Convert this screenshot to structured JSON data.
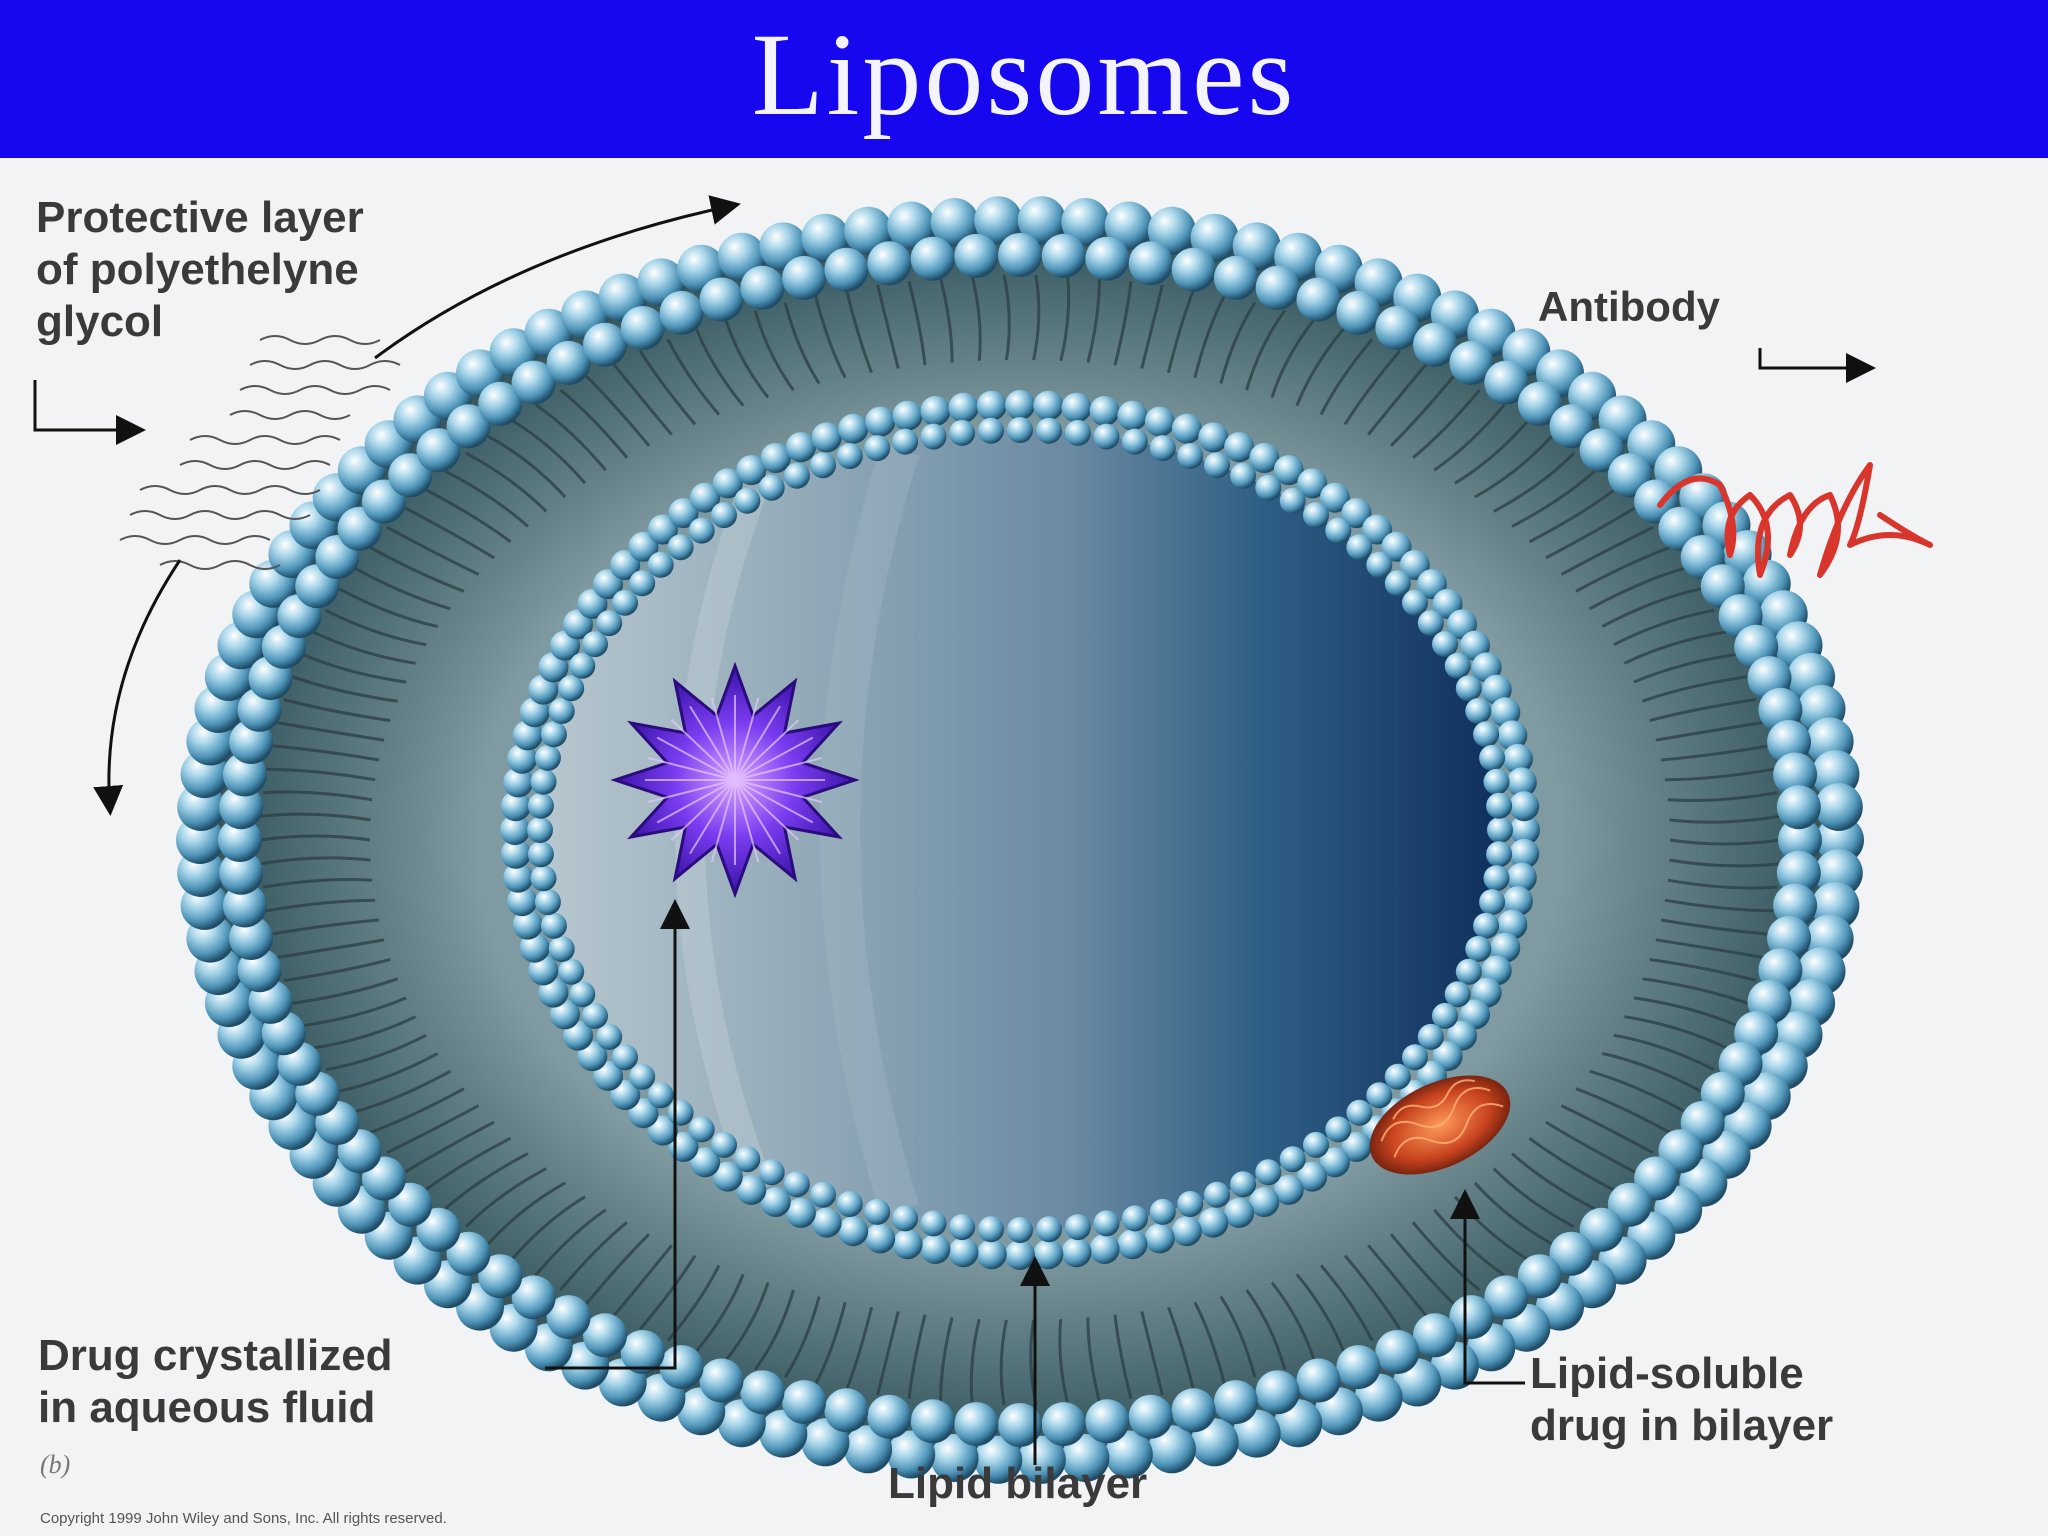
{
  "title": "Liposomes",
  "labels": {
    "peg": [
      "Protective layer",
      "of polyethelyne",
      "glycol"
    ],
    "antibody": "Antibody",
    "drug_aqueous": [
      "Drug crystallized",
      "in aqueous fluid"
    ],
    "lipid_soluble": [
      "Lipid-soluble",
      "drug in bilayer"
    ],
    "lipid_bilayer": "Lipid bilayer",
    "figure_tag": "(b)",
    "copyright": "Copyright 1999 John Wiley and Sons, Inc. All rights reserved."
  },
  "colors": {
    "title_bar": "#1607ef",
    "title_text": "#f4f4ff",
    "background": "#f2f3f4",
    "lipid_head": "#5fa8c9",
    "bilayer_band": "#4a6b72",
    "core": "#2f5f8c",
    "drug_crystal": "#6a2ee0",
    "antibody": "#d8362c",
    "lipid_drug": "#d9552a"
  },
  "icons": [
    "peg-strands-icon",
    "antibody-icon",
    "drug-crystal-icon",
    "lipid-soluble-drug-icon"
  ]
}
